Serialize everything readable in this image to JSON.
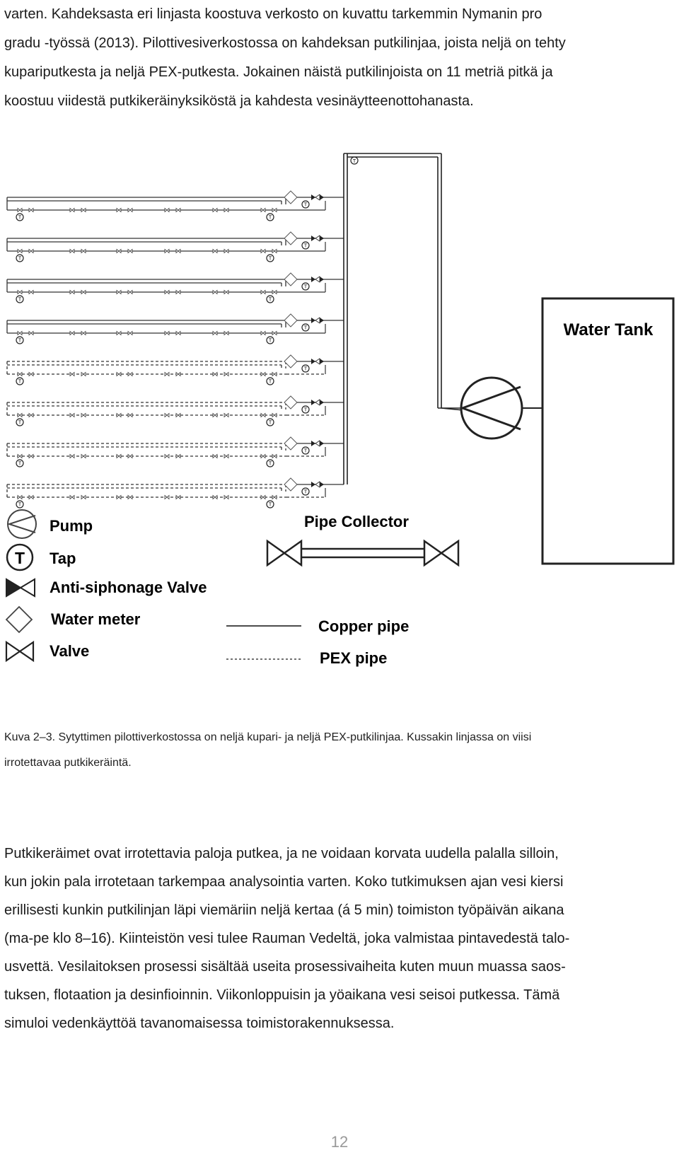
{
  "top_paragraph": [
    "varten. Kahdeksasta eri linjasta koostuva verkosto on kuvattu tarkemmin Nymanin pro",
    "gradu -työssä (2013). Pilottivesiverkostossa on kahdeksan putkilinjaa, joista neljä on tehty",
    "kupariputkesta ja neljä PEX-putkesta. Jokainen näistä putkilinjoista on 11 metriä pitkä ja",
    "koostuu viidestä putkikeräinyksiköstä ja kahdesta vesinäytteenottohanasta."
  ],
  "figure": {
    "water_tank_label": "Water Tank",
    "tap_symbol_letter": "T",
    "legend": {
      "pump": "Pump",
      "tap": "Tap",
      "anti_siphonage_valve": "Anti-siphonage Valve",
      "water_meter": "Water meter",
      "valve": "Valve",
      "pipe_collector": "Pipe Collector",
      "copper_pipe": "Copper pipe",
      "pex_pipe": "PEX pipe"
    },
    "icons": [
      "pump-icon",
      "tap-icon",
      "anti-siphonage-valve-icon",
      "water-meter-icon",
      "valve-icon"
    ]
  },
  "caption": [
    "Kuva 2–3. Sytyttimen pilottiverkostossa on neljä kupari- ja neljä PEX-putkilinjaa. Kussakin linjassa on viisi",
    "irrotettavaa putkikeräintä."
  ],
  "bottom_paragraph": [
    "Putkikeräimet ovat irrotettavia paloja putkea, ja ne voidaan korvata uudella palalla silloin,",
    "kun jokin pala irrotetaan tarkempaa analysointia varten. Koko tutkimuksen ajan vesi kiersi",
    "erillisesti kunkin putkilinjan läpi viemäriin neljä kertaa (á 5 min) toimiston työpäivän aikana",
    "(ma-pe klo 8–16). Kiinteistön vesi tulee Rauman Vedeltä, joka valmistaa pintavedestä talo-",
    "usvettä. Vesilaitoksen prosessi sisältää useita prosessivaiheita kuten muun muassa saos-",
    "tuksen, flotaation ja desinfioinnin. Viikonloppuisin ja yöaikana vesi seisoi putkessa. Tämä",
    "simuloi vedenkäyttöä tavanomaisessa toimistorakennuksessa."
  ],
  "page_number": "12"
}
